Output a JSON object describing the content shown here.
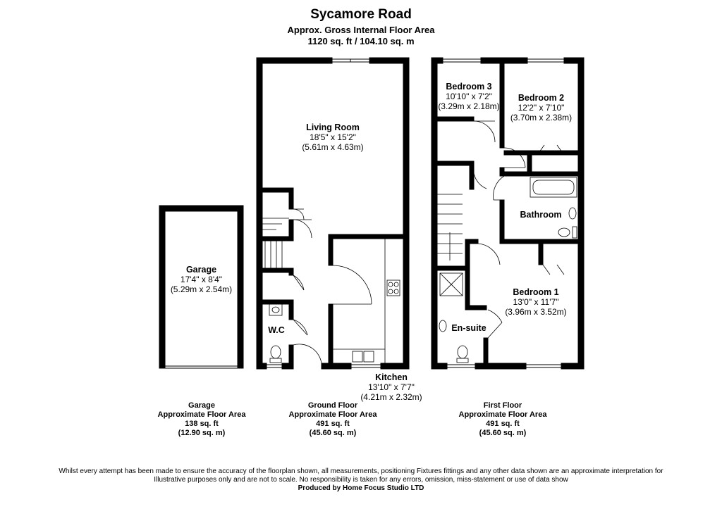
{
  "header": {
    "title": "Sycamore Road",
    "subtitle": "Approx. Gross Internal Floor Area",
    "total_area": "1120 sq. ft / 104.10 sq. m"
  },
  "rooms": {
    "garage": {
      "name": "Garage",
      "imperial": "17'4\" x 8'4\"",
      "metric": "(5.29m x 2.54m)"
    },
    "living": {
      "name": "Living Room",
      "imperial": "18'5\" x 15'2\"",
      "metric": "(5.61m x 4.63m)"
    },
    "kitchen": {
      "name": "Kitchen",
      "imperial": "13'10\" x 7'7\"",
      "metric": "(4.21m x 2.32m)"
    },
    "wc": {
      "name": "W.C"
    },
    "bedroom3": {
      "name": "Bedroom 3",
      "imperial": "10'10\" x 7'2\"",
      "metric": "(3.29m x 2.18m)"
    },
    "bedroom2": {
      "name": "Bedroom 2",
      "imperial": "12'2\" x 7'10\"",
      "metric": "(3.70m x 2.38m)"
    },
    "bathroom": {
      "name": "Bathroom"
    },
    "bedroom1": {
      "name": "Bedroom 1",
      "imperial": "13'0\" x 11'7\"",
      "metric": "(3.96m x 3.52m)"
    },
    "ensuite": {
      "name": "En-suite"
    }
  },
  "summaries": {
    "garage": {
      "line1": "Garage",
      "line2": "Approximate Floor Area",
      "line3": "138 sq. ft",
      "line4": "(12.90 sq. m)"
    },
    "ground": {
      "line1": "Ground Floor",
      "line2": "Approximate Floor Area",
      "line3": "491 sq. ft",
      "line4": "(45.60 sq. m)"
    },
    "first": {
      "line1": "First Floor",
      "line2": "Approximate Floor Area",
      "line3": "491 sq. ft",
      "line4": "(45.60 sq. m)"
    }
  },
  "footer": {
    "line1": "Whilst every attempt has been made to ensure the accuracy of the floorplan shown, all measurements, positioning Fixtures fittings and any other data shown are an approximate interpretation for",
    "line2": "Illustrative purposes only  and are not to scale. No responsibility is taken for any errors, omission, miss-statement or use of data show",
    "line3": "Produced by Home Focus Studio LTD"
  }
}
